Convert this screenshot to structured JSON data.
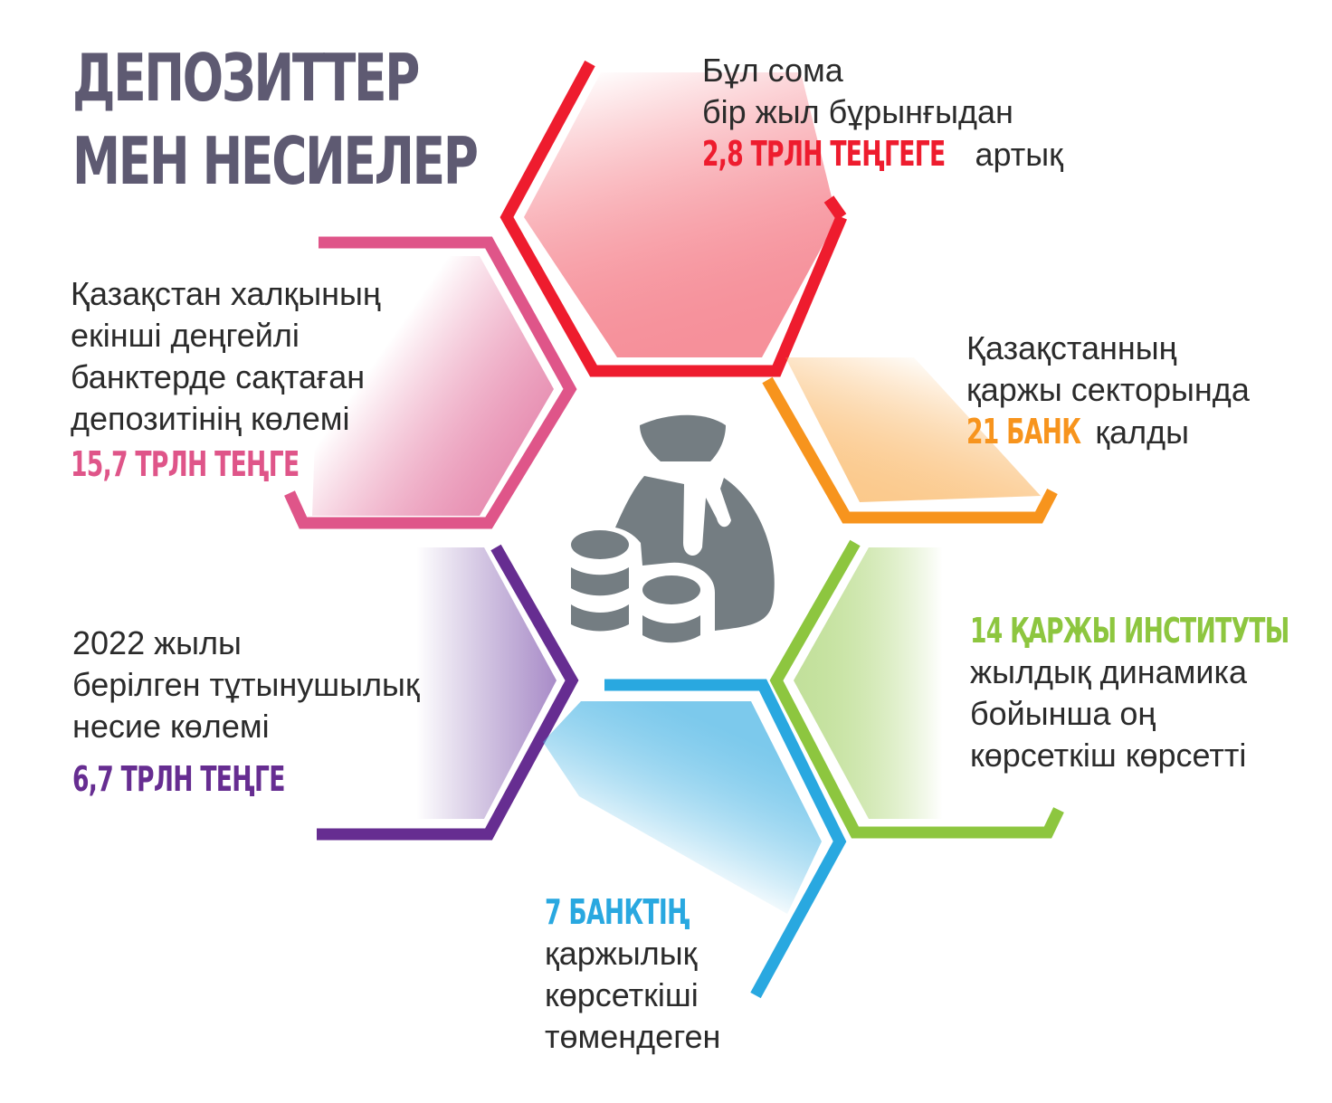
{
  "title": {
    "line1": "ДЕПОЗИТТЕР",
    "line2": "МЕН НЕСИЕЛЕР"
  },
  "colors": {
    "title": "#5e5a72",
    "red": "#ee1c2e",
    "pink": "#df5589",
    "orange": "#f7941d",
    "green": "#8dc63f",
    "blue": "#29a8e0",
    "purple": "#662d91",
    "icon": "#747d82"
  },
  "center_icon": "money-bag-with-coins-icon",
  "segments": {
    "red": {
      "line1": "Бұл сома",
      "line2": "бір жыл бұрынғыдан",
      "highlight": "2,8 ТРЛН ТЕҢГЕГЕ",
      "line3_suffix": "артық"
    },
    "pink": {
      "line1": "Қазақстан халқының",
      "line2": "екінші деңгейлі",
      "line3": "банктерде сақтаған",
      "line4": "депозитінің көлемі",
      "highlight": "15,7 ТРЛН ТЕҢГЕ"
    },
    "orange": {
      "line1": "Қазақстанның",
      "line2": "қаржы секторында",
      "highlight": "21 БАНК",
      "line3_suffix": "қалды"
    },
    "green": {
      "highlight": "14 ҚАРЖЫ ИНСТИТУТЫ",
      "line1": "жылдық динамика",
      "line2": "бойынша оң",
      "line3": "көрсеткіш көрсетті"
    },
    "purple": {
      "line1": "2022 жылы",
      "line2": "берілген тұтынушылық",
      "line3": "несие көлемі",
      "highlight": "6,7 ТРЛН ТЕҢГЕ"
    },
    "blue": {
      "highlight": "7 БАНКТІҢ",
      "line1": "қаржылық",
      "line2": "көрсеткіші",
      "line3": "төмендеген"
    }
  }
}
